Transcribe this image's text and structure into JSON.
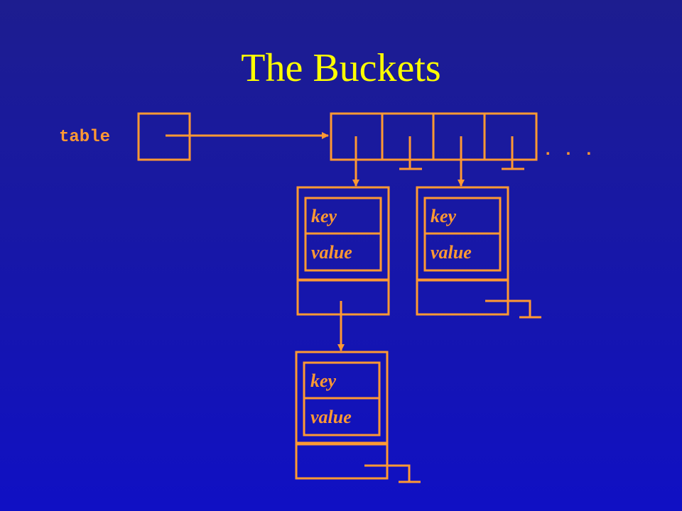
{
  "slide": {
    "title": "The Buckets"
  },
  "diagram": {
    "table_label": "table",
    "ellipsis": ". . .",
    "colors": {
      "stroke": "#ff9933",
      "title": "#ffff00",
      "background": "#1717a8"
    },
    "entries": [
      {
        "key_label": "key",
        "value_label": "value"
      },
      {
        "key_label": "key",
        "value_label": "value"
      },
      {
        "key_label": "key",
        "value_label": "value"
      }
    ]
  }
}
